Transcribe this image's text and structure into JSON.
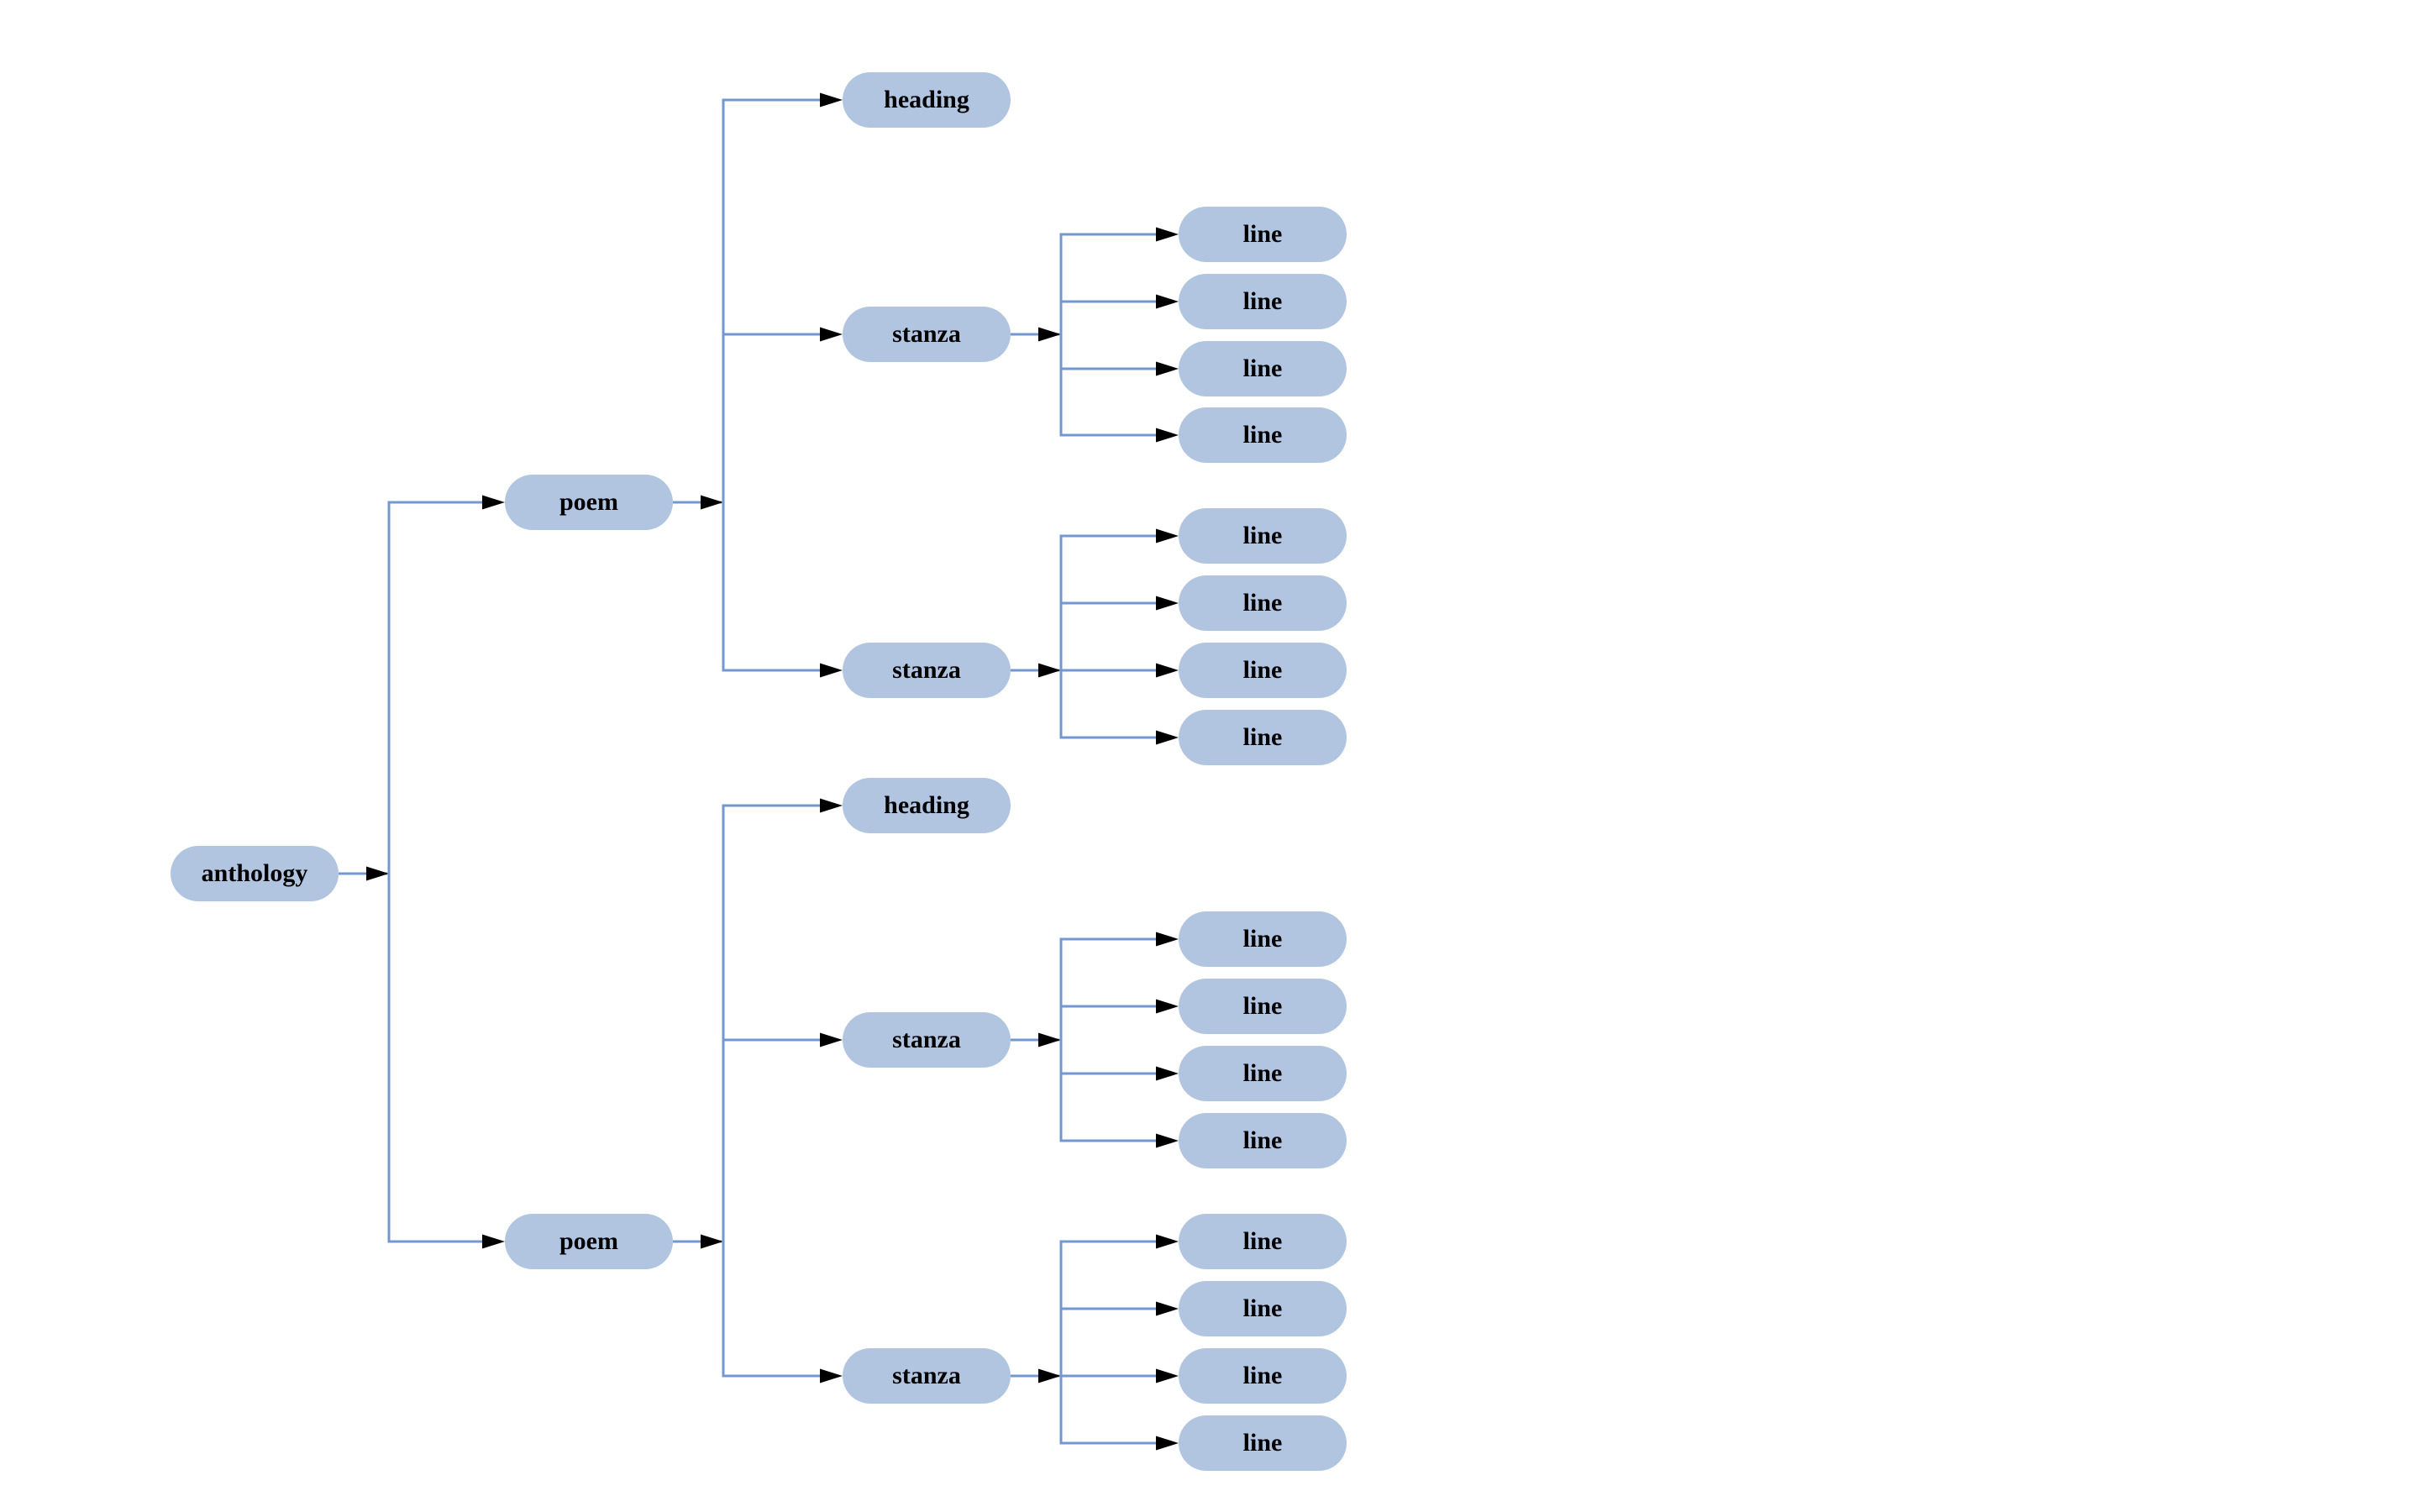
{
  "diagram": {
    "colors": {
      "background": "#ffffff",
      "node_fill": "#b2c5e0",
      "edge": "#7297d1",
      "arrowhead": "#000000",
      "text": "#000000"
    },
    "tree": {
      "label": "anthology",
      "children": [
        {
          "label": "poem",
          "children": [
            {
              "label": "heading",
              "children": []
            },
            {
              "label": "stanza",
              "children": [
                {
                  "label": "line",
                  "children": []
                },
                {
                  "label": "line",
                  "children": []
                },
                {
                  "label": "line",
                  "children": []
                },
                {
                  "label": "line",
                  "children": []
                }
              ]
            },
            {
              "label": "stanza",
              "children": [
                {
                  "label": "line",
                  "children": []
                },
                {
                  "label": "line",
                  "children": []
                },
                {
                  "label": "line",
                  "children": []
                },
                {
                  "label": "line",
                  "children": []
                }
              ]
            }
          ]
        },
        {
          "label": "poem",
          "children": [
            {
              "label": "heading",
              "children": []
            },
            {
              "label": "stanza",
              "children": [
                {
                  "label": "line",
                  "children": []
                },
                {
                  "label": "line",
                  "children": []
                },
                {
                  "label": "line",
                  "children": []
                },
                {
                  "label": "line",
                  "children": []
                }
              ]
            },
            {
              "label": "stanza",
              "children": [
                {
                  "label": "line",
                  "children": []
                },
                {
                  "label": "line",
                  "children": []
                },
                {
                  "label": "line",
                  "children": []
                },
                {
                  "label": "line",
                  "children": []
                }
              ]
            }
          ]
        }
      ]
    }
  }
}
